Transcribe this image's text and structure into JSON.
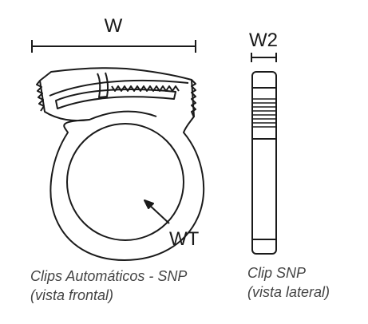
{
  "labels": {
    "width": "W",
    "width_side": "W2",
    "wall_thickness": "WT"
  },
  "captions": {
    "front_line1": "Clips Automáticos - SNP",
    "front_line2": "(vista frontal)",
    "side_line1": "Clip SNP",
    "side_line2": "(vista lateral)"
  },
  "colors": {
    "stroke": "#1a1a1a",
    "caption": "#444444",
    "background": "#ffffff"
  }
}
